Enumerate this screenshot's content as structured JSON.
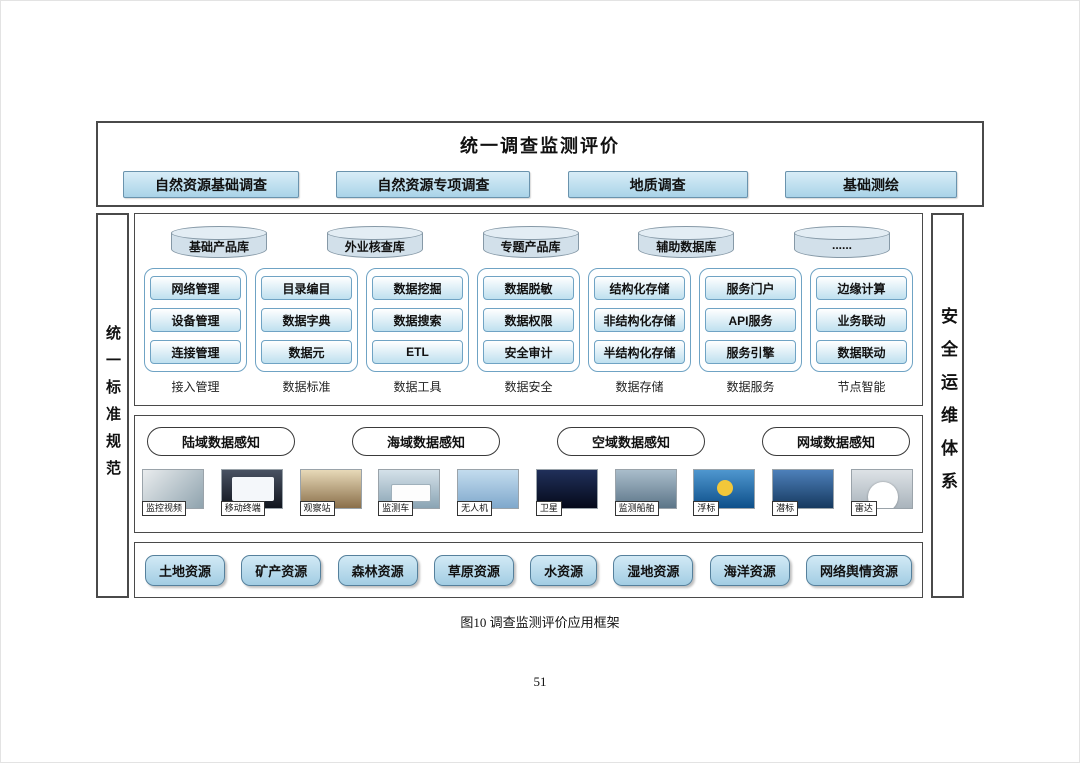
{
  "page": {
    "caption": "图10 调查监测评价应用框架",
    "page_number": "51"
  },
  "top": {
    "title": "统一调查监测评价",
    "items": [
      {
        "label": "自然资源基础调查"
      },
      {
        "label": "自然资源专项调查"
      },
      {
        "label": "地质调查"
      },
      {
        "label": "基础测绘"
      }
    ]
  },
  "left_bar": {
    "label": "统一标准规范"
  },
  "right_bar": {
    "label": "安全运维体系"
  },
  "databases": [
    "基础产品库",
    "外业核查库",
    "专题产品库",
    "辅助数据库",
    "......"
  ],
  "platform_columns": [
    {
      "title": "接入管理",
      "items": [
        "网络管理",
        "设备管理",
        "连接管理"
      ]
    },
    {
      "title": "数据标准",
      "items": [
        "目录编目",
        "数据字典",
        "数据元"
      ]
    },
    {
      "title": "数据工具",
      "items": [
        "数据挖掘",
        "数据搜索",
        "ETL"
      ]
    },
    {
      "title": "数据安全",
      "items": [
        "数据脱敏",
        "数据权限",
        "安全审计"
      ]
    },
    {
      "title": "数据存储",
      "items": [
        "结构化存储",
        "非结构化存储",
        "半结构化存储"
      ]
    },
    {
      "title": "数据服务",
      "items": [
        "服务门户",
        "API服务",
        "服务引擎"
      ]
    },
    {
      "title": "节点智能",
      "items": [
        "边缘计算",
        "业务联动",
        "数据联动"
      ]
    }
  ],
  "sensing": {
    "groups": [
      "陆域数据感知",
      "海域数据感知",
      "空域数据感知",
      "网域数据感知"
    ],
    "devices": [
      "监控视频",
      "移动终端",
      "观察站",
      "监测车",
      "无人机",
      "卫星",
      "监测船舶",
      "浮标",
      "潜标",
      "雷达"
    ]
  },
  "resources": [
    "土地资源",
    "矿产资源",
    "森林资源",
    "草原资源",
    "水资源",
    "湿地资源",
    "海洋资源",
    "网络舆情资源"
  ],
  "colors": {
    "box_fill": "#a9d3e8",
    "box_border": "#6a93ad",
    "grid_border": "#6fa3c4",
    "outline": "#4a4a4a",
    "cylinder_fill": "#d2e0ea"
  }
}
